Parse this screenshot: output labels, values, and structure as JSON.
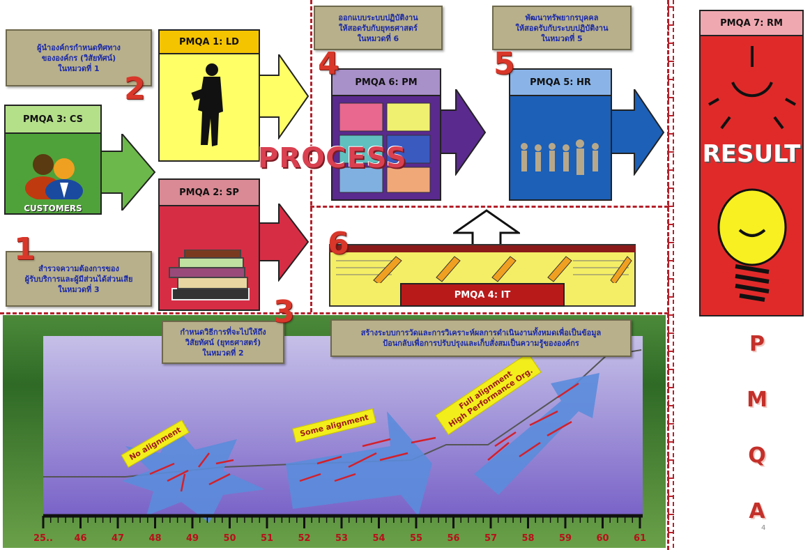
{
  "process_title": "PROCESS",
  "boxes": {
    "cs": {
      "tab": "PMQA 3: CS",
      "caption": "CUSTOMERS"
    },
    "ld": {
      "tab": "PMQA 1: LD"
    },
    "sp": {
      "tab": "PMQA 2: SP"
    },
    "pm": {
      "tab": "PMQA 6: PM"
    },
    "hr": {
      "tab": "PMQA 5: HR"
    },
    "it": {
      "tab": "PMQA 4: IT"
    },
    "rm": {
      "tab": "PMQA 7: RM",
      "result": "RESULT"
    }
  },
  "numbers": {
    "n1": "1",
    "n2": "2",
    "n3": "3",
    "n4": "4",
    "n5": "5",
    "n6": "6"
  },
  "notes": {
    "leader": "ผู้นำองค์กรกำหนดทิศทาง\nขององค์กร (วิสัยทัศน์)\nในหมวดที่ 1",
    "customer": "สำรวจความต้องการของ\nผู้รับบริการและผู้มีส่วนได้ส่วนเสีย\nในหมวดที่ 3",
    "strategy": "กำหนดวิธีการที่จะไปให้ถึง\nวิสัยทัศน์ (ยุทธศาสตร์)\nในหมวดที่ 2",
    "process": "ออกแบบระบบปฏิบัติงาน\nให้สอดรับกับยุทธศาสตร์\nในหมวดที่ 6",
    "hr": "พัฒนาทรัพยากรบุคคล\nให้สอดรับกับระบบปฏิบัติงาน\nในหมวดที่ 5",
    "it": "สร้างระบบการวัดและการวิเคราะห์ผลการดำเนินงานทั้งหมดเพื่อเป็นข้อมูล\nป้อนกลับเพื่อการปรับปรุงและเก็บสั่งสมเป็นความรู้ขององค์กร"
  },
  "pmqa_side": [
    "P",
    "M",
    "Q",
    "A"
  ],
  "page_number": "4",
  "alignment_labels": {
    "none": "No alignment",
    "some": "Some alignment",
    "full_line1": "Full alignment",
    "full_line2": "High Performance Org."
  },
  "timeline_ticks": [
    "25..",
    "46",
    "47",
    "48",
    "49",
    "50",
    "51",
    "52",
    "53",
    "54",
    "55",
    "56",
    "57",
    "58",
    "59",
    "60",
    "61"
  ],
  "colors": {
    "dash": "#b3202a",
    "cs_green": "#4fa23a",
    "ld_yellow": "#ffff66",
    "sp_red": "#d62d45",
    "pm_purple": "#5a2a8e",
    "hr_blue": "#1c60b8",
    "rm_red": "#e02a2a",
    "number_red": "#d8372a"
  }
}
